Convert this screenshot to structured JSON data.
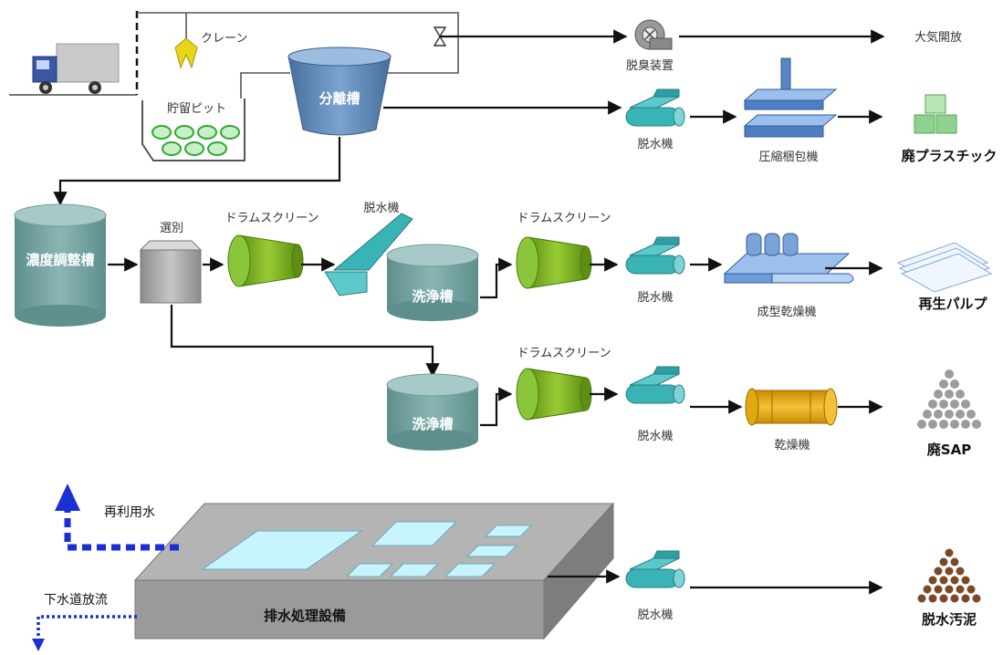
{
  "diagram": {
    "labels": {
      "crane": "クレーン",
      "storage_pit": "貯留ピット",
      "separation_tank": "分離槽",
      "deodorizer": "脱臭装置",
      "atmosphere": "大気開放",
      "dewater_1": "脱水機",
      "compress_pack": "圧縮梱包機",
      "waste_plastic": "廃プラスチック",
      "concentration_tank": "濃度調整槽",
      "sorting": "選別",
      "drum_screen_1": "ドラムスクリーン",
      "dewater_2": "脱水機",
      "wash_tank_1": "洗浄槽",
      "drum_screen_2": "ドラムスクリーン",
      "dewater_3": "脱水機",
      "forming_dryer": "成型乾燥機",
      "recycled_pulp": "再生パルプ",
      "wash_tank_2": "洗浄槽",
      "drum_screen_3": "ドラムスクリーン",
      "dewater_4": "脱水機",
      "dryer": "乾燥機",
      "waste_sap": "廃SAP",
      "reuse_water": "再利用水",
      "sewer_discharge": "下水道放流",
      "wastewater_facility": "排水処理設備",
      "dewater_5": "脱水機",
      "dewatered_sludge": "脱水汚泥"
    },
    "colors": {
      "teal_tank": "#6f9e9c",
      "separation": "#5b85b3",
      "drum": "#7fb61f",
      "dewater": "#3ab3b6",
      "dryer": "#e2a90e",
      "dashed_flow": "#1a2fd6"
    }
  }
}
